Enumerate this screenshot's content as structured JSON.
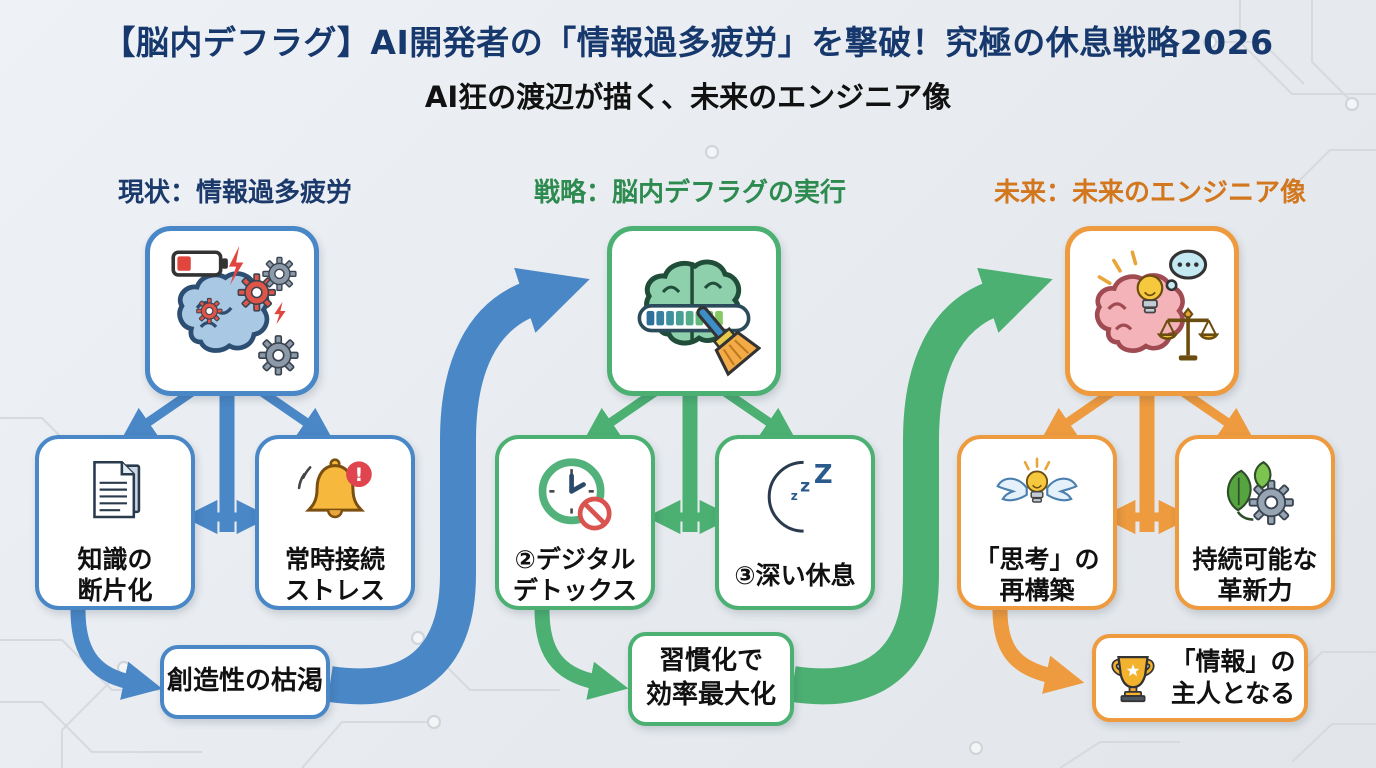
{
  "title": "【脳内デフラグ】AI開発者の「情報過多疲労」を撃破！究極の休息戦略2026",
  "subtitle": "AI狂の渡辺が描く、未来のエンジニア像",
  "colors": {
    "background": "#eaedf1",
    "title_navy": "#17386d",
    "text": "#111111",
    "blue": "#4a87c7",
    "green": "#4cb073",
    "orange": "#ee9a3e",
    "header_blue": "#1b3a6b",
    "header_green": "#2e8b50",
    "header_orange": "#d2771e"
  },
  "columns": {
    "current": {
      "header": "現状：情報過多疲労",
      "accent": "#4a87c7",
      "top_icon": "overloaded-brain-icon",
      "child_left": {
        "icon": "documents-icon",
        "lines": [
          "知識の",
          "断片化"
        ]
      },
      "child_right": {
        "icon": "alert-bell-icon",
        "lines": [
          "常時接続",
          "ストレス"
        ]
      },
      "bottom": {
        "lines": [
          "創造性の枯渇"
        ]
      }
    },
    "strategy": {
      "header": "戦略：脳内デフラグの実行",
      "accent": "#4cb073",
      "top_icon": "defrag-brain-icon",
      "child_left": {
        "icon": "digital-detox-clock-icon",
        "lines": [
          "②デジタル",
          "デトックス"
        ]
      },
      "child_right": {
        "icon": "sleep-moon-icon",
        "lines": [
          "③深い休息"
        ]
      },
      "bottom": {
        "lines": [
          "習慣化で",
          "効率最大化"
        ]
      }
    },
    "future": {
      "header": "未来：未来のエンジニア像",
      "accent": "#ee9a3e",
      "top_icon": "idea-brain-icon",
      "child_left": {
        "icon": "winged-bulb-icon",
        "lines": [
          "「思考」の",
          "再構築"
        ]
      },
      "child_right": {
        "icon": "sustainable-leaf-gear-icon",
        "lines": [
          "持続可能な",
          "革新力"
        ]
      },
      "bottom": {
        "icon": "trophy-icon",
        "lines": [
          "「情報」の",
          "主人となる"
        ]
      }
    }
  }
}
